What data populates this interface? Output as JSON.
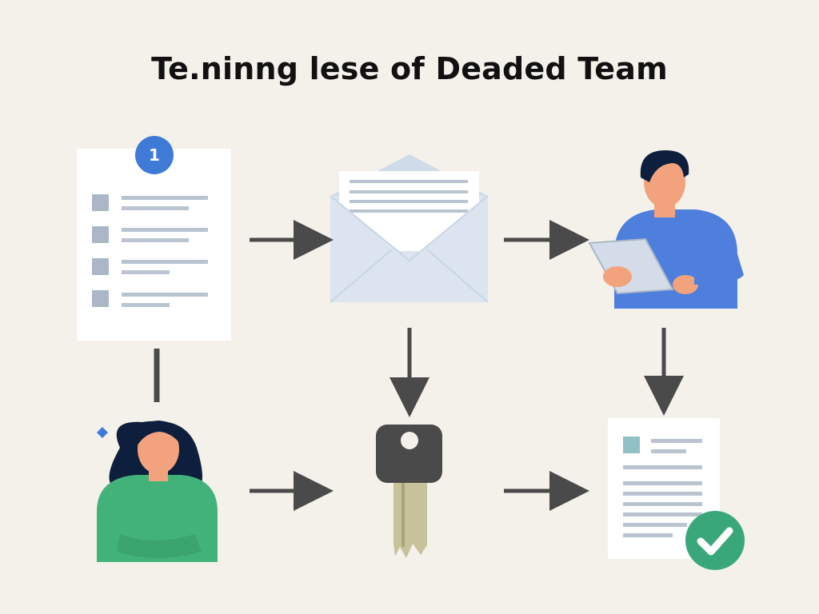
{
  "title": "Te.ninng lese of Deaded Team",
  "step_badge": "1",
  "colors": {
    "background": "#f3f1ea",
    "arrow": "#4a4a4a",
    "badge": "#3f7bd6",
    "document": "#ffffff",
    "line": "#b9c4d0",
    "checkbox": "#aab7c7",
    "envelope": "#dbe4ef",
    "envelope_flap": "#c9d6e6",
    "person_blue": "#4f7fdc",
    "person_green": "#43b27a",
    "skin": "#f2a37e",
    "hair": "#0e1f3d",
    "key_head": "#4a4a4a",
    "key_blade": "#c7c29a",
    "check_badge": "#3aa77a",
    "accent_teal": "#8fc1c5"
  },
  "nodes": [
    {
      "id": "checklist-document",
      "icon": "checklist-icon"
    },
    {
      "id": "envelope",
      "icon": "envelope-icon"
    },
    {
      "id": "person-with-tablet",
      "icon": "person-icon"
    },
    {
      "id": "person-woman",
      "icon": "person-icon"
    },
    {
      "id": "key",
      "icon": "key-icon"
    },
    {
      "id": "approved-document",
      "icon": "check-icon"
    }
  ]
}
